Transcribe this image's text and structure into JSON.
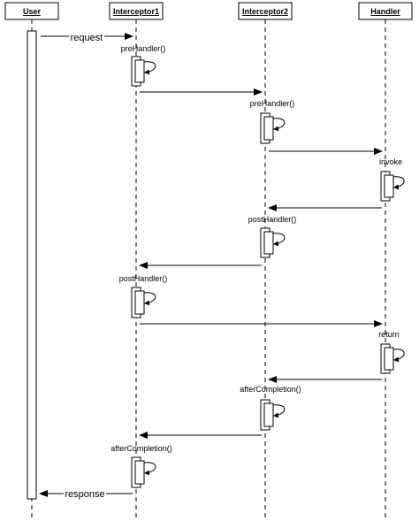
{
  "diagram": {
    "type": "sequence",
    "participants": [
      {
        "id": "user",
        "label": "User"
      },
      {
        "id": "interceptor1",
        "label": "Interceptor1"
      },
      {
        "id": "interceptor2",
        "label": "Interceptor2"
      },
      {
        "id": "handler",
        "label": "Handler"
      }
    ],
    "messages": [
      {
        "from": "user",
        "to": "interceptor1",
        "label": "request"
      },
      {
        "from": "interceptor1",
        "to": "interceptor1",
        "label": "preHandler()"
      },
      {
        "from": "interceptor1",
        "to": "interceptor2",
        "label": ""
      },
      {
        "from": "interceptor2",
        "to": "interceptor2",
        "label": "preHandler()"
      },
      {
        "from": "interceptor2",
        "to": "handler",
        "label": ""
      },
      {
        "from": "handler",
        "to": "handler",
        "label": "invoke"
      },
      {
        "from": "handler",
        "to": "interceptor2",
        "label": ""
      },
      {
        "from": "interceptor2",
        "to": "interceptor2",
        "label": "postHandler()"
      },
      {
        "from": "interceptor2",
        "to": "interceptor1",
        "label": ""
      },
      {
        "from": "interceptor1",
        "to": "interceptor1",
        "label": "postHandler()"
      },
      {
        "from": "interceptor1",
        "to": "handler",
        "label": ""
      },
      {
        "from": "handler",
        "to": "handler",
        "label": "return"
      },
      {
        "from": "handler",
        "to": "interceptor2",
        "label": ""
      },
      {
        "from": "interceptor2",
        "to": "interceptor2",
        "label": "afterCompletion()"
      },
      {
        "from": "interceptor2",
        "to": "interceptor1",
        "label": ""
      },
      {
        "from": "interceptor1",
        "to": "interceptor1",
        "label": "afterCompletion()"
      },
      {
        "from": "interceptor1",
        "to": "user",
        "label": "response"
      }
    ]
  }
}
